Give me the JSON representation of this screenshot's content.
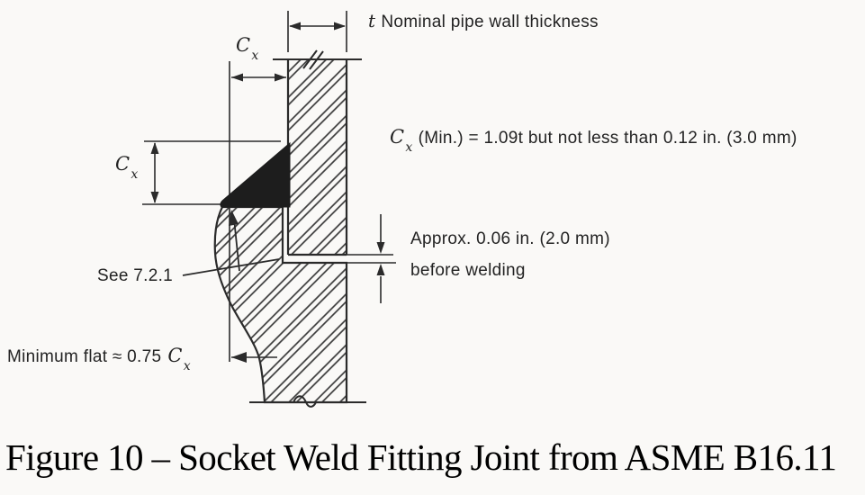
{
  "diagram": {
    "annotations": {
      "wall_thickness": {
        "symbol": "t",
        "text": "Nominal pipe wall thickness"
      },
      "cx_formula": {
        "symbol": "C",
        "sub": "x",
        "text": "(Min.) = 1.09t but not less than 0.12 in. (3.0 mm)"
      },
      "gap_line1": "Approx. 0.06 in. (2.0 mm)",
      "gap_line2": "before welding",
      "see_ref": "See 7.2.1",
      "min_flat": {
        "prefix": "Minimum flat ≈ 0.75",
        "symbol": "C",
        "sub": "x"
      },
      "cx_top": {
        "symbol": "C",
        "sub": "x"
      },
      "cx_left": {
        "symbol": "C",
        "sub": "x"
      }
    },
    "colors": {
      "line": "#2b2b2b",
      "weld_fill": "#1d1d1d",
      "paper": "#faf9f7"
    }
  },
  "caption": {
    "text": "Figure 10 – Socket Weld Fitting Joint from ASME B16.11"
  }
}
